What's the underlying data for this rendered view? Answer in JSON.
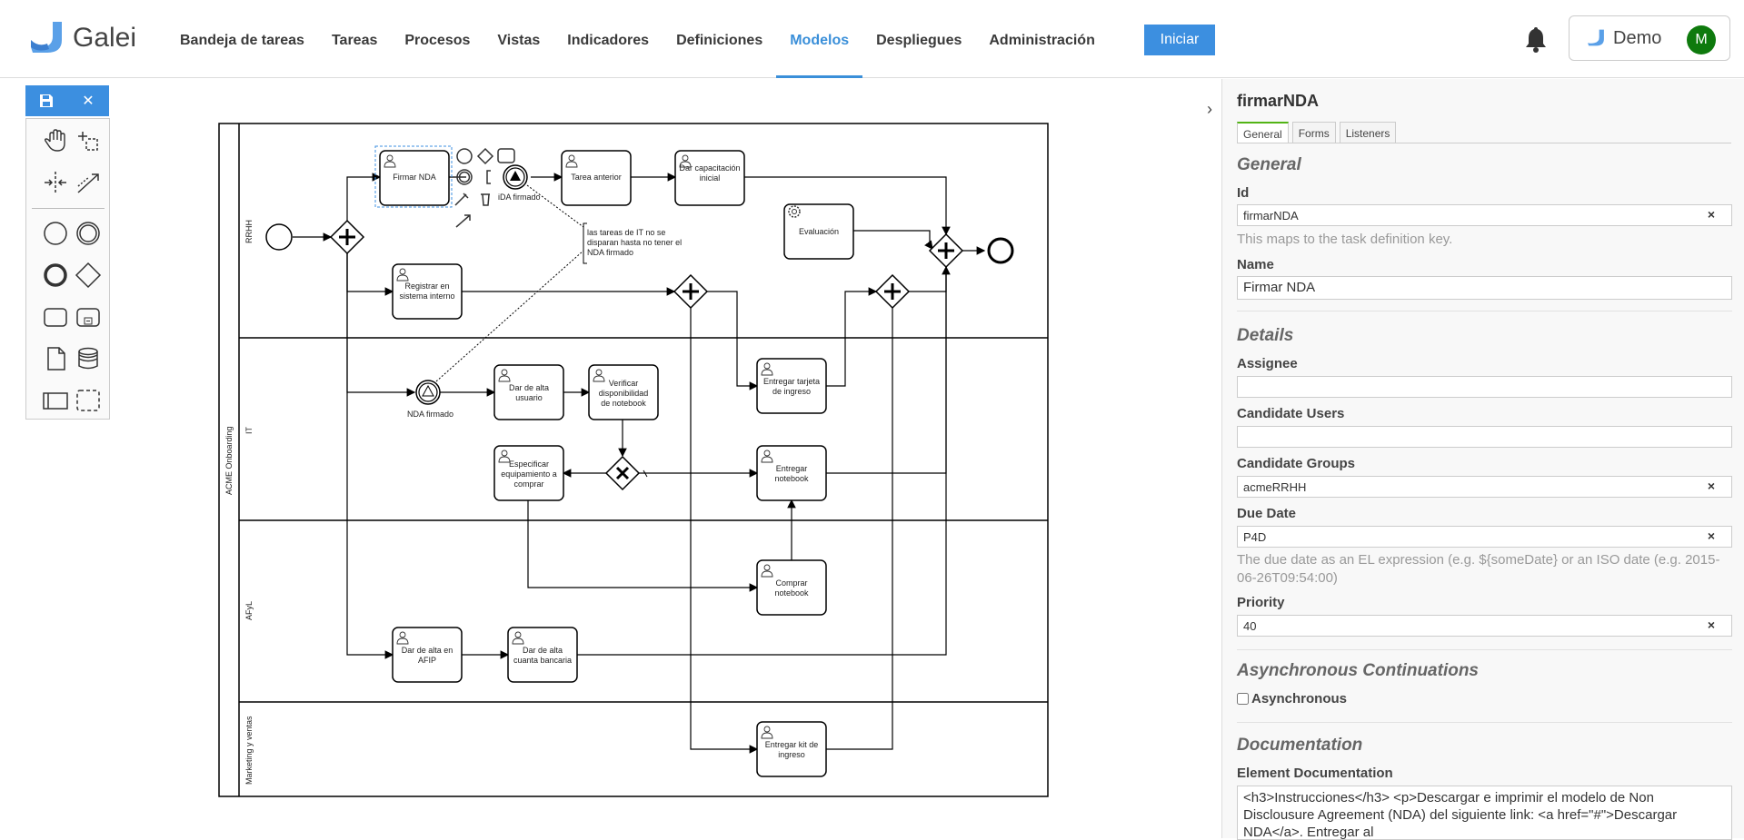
{
  "app": {
    "name": "Galei"
  },
  "nav": {
    "items": [
      {
        "label": "Bandeja de tareas",
        "active": false
      },
      {
        "label": "Tareas",
        "active": false
      },
      {
        "label": "Procesos",
        "active": false
      },
      {
        "label": "Vistas",
        "active": false
      },
      {
        "label": "Indicadores",
        "active": false
      },
      {
        "label": "Definiciones",
        "active": false
      },
      {
        "label": "Modelos",
        "active": true
      },
      {
        "label": "Despliegues",
        "active": false
      },
      {
        "label": "Administración",
        "active": false
      }
    ],
    "start_label": "Iniciar"
  },
  "user": {
    "name": "Demo",
    "initial": "M",
    "avatar_color": "#0e7a0d"
  },
  "colors": {
    "accent": "#3c8fe0",
    "tab_active": "#52b415"
  },
  "palette": {
    "icons": [
      "save-icon",
      "close-icon",
      "hand-tool-icon",
      "lasso-tool-icon",
      "space-tool-icon",
      "global-connect-icon",
      "start-event-icon",
      "intermediate-event-icon",
      "end-event-icon",
      "gateway-icon",
      "task-icon",
      "subprocess-icon",
      "data-object-icon",
      "data-store-icon",
      "participant-icon",
      "group-icon"
    ]
  },
  "diagram": {
    "pool": "ACME Onboarding",
    "lanes": [
      "RRHH",
      "IT",
      "AFyL",
      "Marketing y ventas"
    ],
    "tasks": {
      "firmar_nda": "Firmar NDA",
      "tarea_anterior": "Tarea anterior",
      "capacitacion": [
        "Dar capacitación",
        "inicial"
      ],
      "evaluacion": "Evaluación",
      "registrar": [
        "Registrar en",
        "sistema interno"
      ],
      "alta_usuario": [
        "Dar de alta",
        "usuario"
      ],
      "verificar": [
        "Verificar",
        "disponibilidad",
        "de notebook"
      ],
      "tarjeta": [
        "Entregar tarjeta",
        "de ingreso"
      ],
      "especificar": [
        "Especificar",
        "equipamiento a",
        "comprar"
      ],
      "entregar_nb": [
        "Entregar",
        "notebook"
      ],
      "comprar_nb": [
        "Comprar",
        "notebook"
      ],
      "alta_afip": [
        "Dar de alta en",
        "AFIP"
      ],
      "alta_cuenta": [
        "Dar de alta",
        "cuanta bancaria"
      ],
      "kit": [
        "Entregar kit de",
        "ingreso"
      ]
    },
    "events": {
      "nda_firmado": "NDA firmado",
      "nda_firmado_throw": "iDA firmado"
    },
    "annotation": [
      "las tareas de IT no se",
      "disparan hasta no tener el",
      "NDA firmado"
    ]
  },
  "panel": {
    "title": "firmarNDA",
    "tabs": [
      "General",
      "Forms",
      "Listeners"
    ],
    "active_tab": "General",
    "sections": {
      "general": "General",
      "details": "Details",
      "async": "Asynchronous Continuations",
      "documentation": "Documentation"
    },
    "id_label": "Id",
    "id_value": "firmarNDA",
    "id_hint": "This maps to the task definition key.",
    "name_label": "Name",
    "name_value": "Firmar NDA",
    "assignee_label": "Assignee",
    "assignee_value": "",
    "candidate_users_label": "Candidate Users",
    "candidate_users_value": "",
    "candidate_groups_label": "Candidate Groups",
    "candidate_groups_value": "acmeRRHH",
    "due_date_label": "Due Date",
    "due_date_value": "P4D",
    "due_date_hint": "The due date as an EL expression (e.g. ${someDate} or an ISO date (e.g. 2015-06-26T09:54:00)",
    "priority_label": "Priority",
    "priority_value": "40",
    "async_label": "Asynchronous",
    "doc_label": "Element Documentation",
    "doc_value": "<h3>Instrucciones</h3>\n<p>Descargar e imprimir el modelo de Non Disclousure Agreement (NDA) del siguiente link: <a href=\"#\">Descargar NDA</a>. Entregar al"
  }
}
